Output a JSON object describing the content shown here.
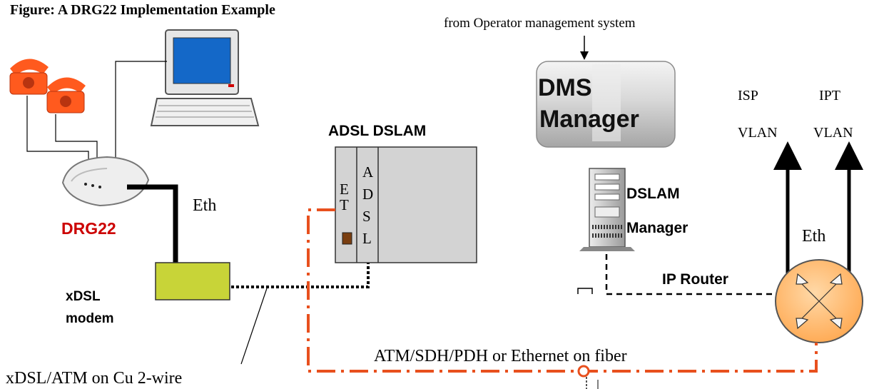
{
  "heading": "Figure: A DRG22 Implementation Example",
  "top_note": "from Operator management system",
  "dms": {
    "line1": "DMS",
    "line2": "Manager"
  },
  "dslam_title": "ADSL DSLAM",
  "et_letters": [
    "E",
    "T"
  ],
  "adsl_letters": [
    "A",
    "D",
    "S",
    "L"
  ],
  "drg22_label": "DRG22",
  "eth_left": "Eth",
  "modem_label": {
    "line1": "xDSL",
    "line2": "modem"
  },
  "cu_label": "xDSL/ATM on Cu 2-wire",
  "fiber_label": "ATM/SDH/PDH or Ethernet on fiber",
  "dslam_manager": {
    "line1": "DSLAM",
    "line2": "Manager"
  },
  "ip_router_label": "IP Router",
  "eth_right": "Eth",
  "vlans": [
    {
      "top": "ISP",
      "bottom": "VLAN"
    },
    {
      "top": "IPT",
      "bottom": "VLAN"
    }
  ],
  "colors": {
    "phone": "#ff5a1e",
    "phone_dark": "#b83410",
    "monitor_screen": "#1468c8",
    "modem_box": "#c8d438",
    "fiber_link": "#e8501e",
    "router_fill": "#ffb870",
    "dms_box": "#c8c8c8",
    "dslam_shelf": "#d3d3d3"
  }
}
